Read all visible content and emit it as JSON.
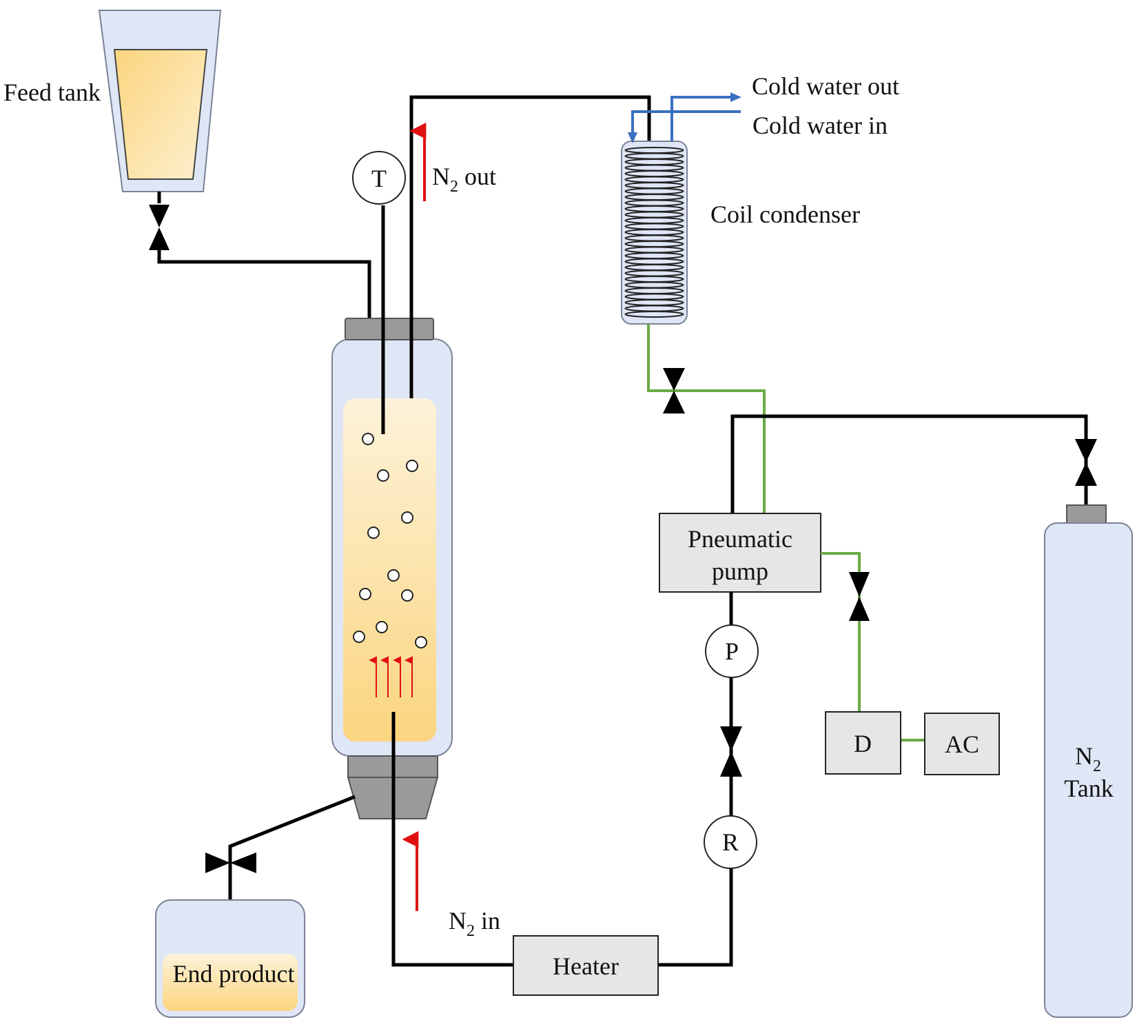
{
  "labels": {
    "feed_tank": "Feed tank",
    "cold_water_out": "Cold water out",
    "cold_water_in": "Cold water in",
    "coil_condenser": "Coil condenser",
    "n2_out_n": "N",
    "n2_out_sub": "2",
    "n2_out_rest": " out",
    "n2_in_n": "N",
    "n2_in_sub": "2",
    "n2_in_rest": " in",
    "pneumatic_pump_line1": "Pneumatic",
    "pneumatic_pump_line2": "pump",
    "temperature": "T",
    "pressure": "P",
    "regulator": "R",
    "dryer": "D",
    "air_compressor": "AC",
    "n2_tank_n": "N",
    "n2_tank_sub": "2",
    "n2_tank_word": "Tank",
    "heater": "Heater",
    "end_product": "End product"
  },
  "colors": {
    "liquid_top": "#fdf0cf",
    "liquid_bottom": "#fbd27c",
    "vessel": "#dfe6f5",
    "vessel_stroke": "#7a8296",
    "green_line": "#6aaa45",
    "blue_line": "#3a6fc0",
    "red_arrow": "#e01010",
    "cap_gray": "#9a9a9a"
  }
}
